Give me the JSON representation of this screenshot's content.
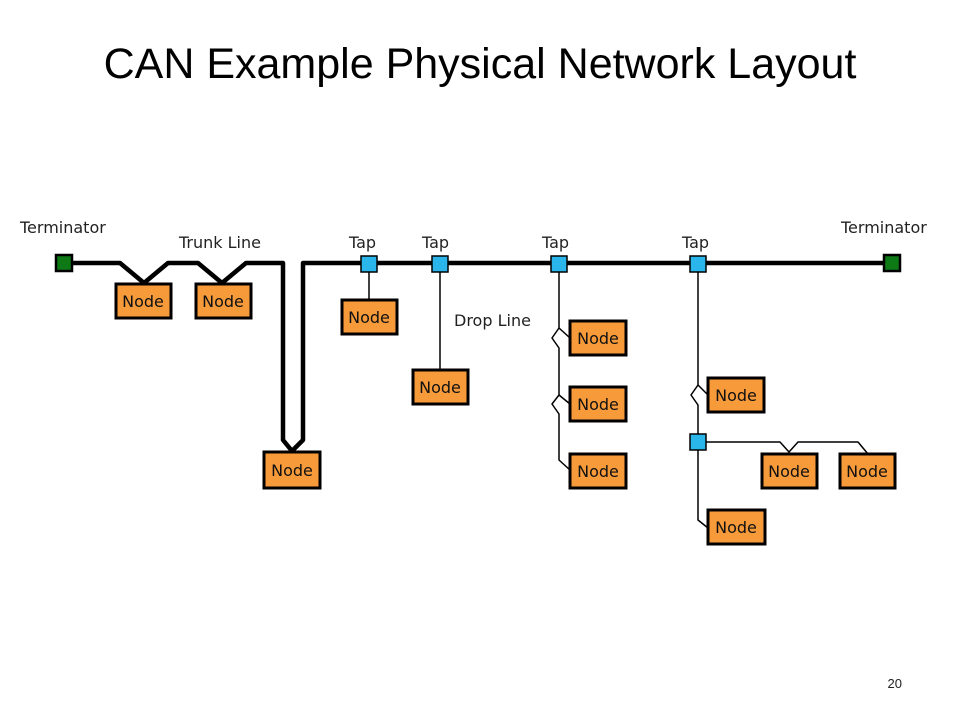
{
  "title": "CAN Example Physical Network Layout",
  "labels": {
    "terminator_left": "Terminator",
    "terminator_right": "Terminator",
    "trunk_line": "Trunk Line",
    "tap": "Tap",
    "drop_line": "Drop Line"
  },
  "node_label": "Node",
  "colors": {
    "node_fill": "#f79a3a",
    "terminator": "#0d7a16",
    "tap": "#2ab6ea",
    "line": "#000000"
  },
  "page_number": "20"
}
